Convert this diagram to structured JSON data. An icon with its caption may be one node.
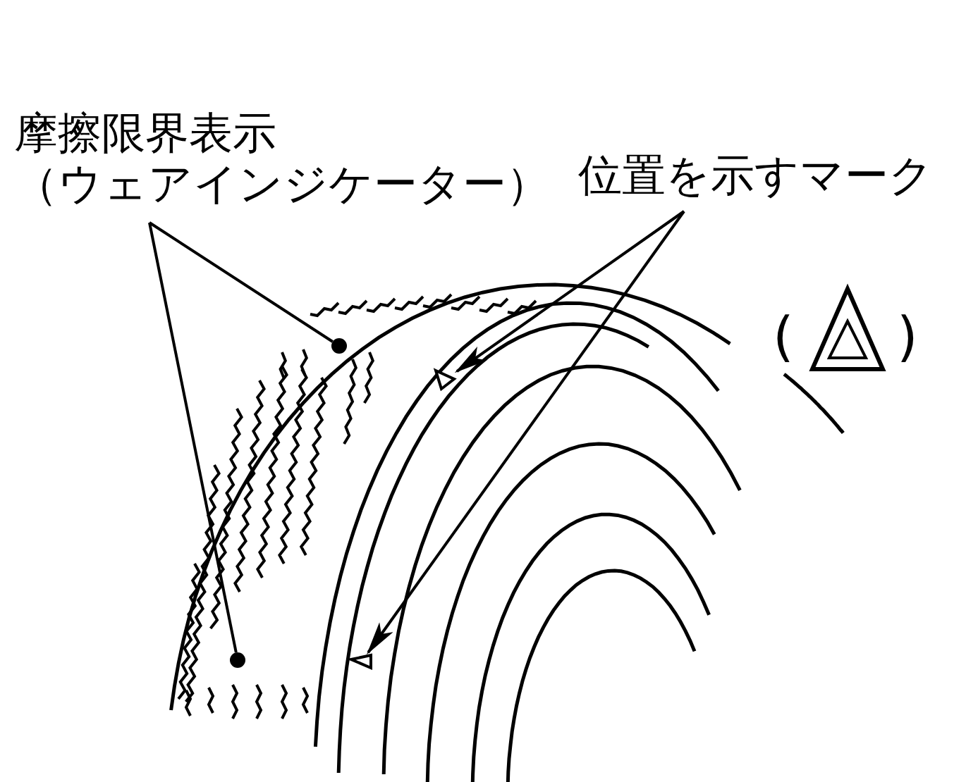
{
  "diagram": {
    "nodes": [
      {
        "text": [
          "摩擦限界表示",
          "（ウェアインジケーター）"
        ]
      },
      {
        "text": [
          "位置を示すマーク"
        ]
      },
      {
        "text": [],
        "shape": "circle"
      },
      {
        "text": [],
        "shape": "circle"
      },
      {
        "text": [],
        "shape": "triangle"
      },
      {
        "text": [],
        "shape": "triangle"
      }
    ],
    "edges": [
      {
        "from": 0,
        "to": 2,
        "arrow": "none"
      },
      {
        "from": 0,
        "to": 3,
        "arrow": "none"
      },
      {
        "from": 1,
        "to": 4,
        "arrow": "to"
      },
      {
        "from": 1,
        "to": 5,
        "arrow": "to"
      }
    ],
    "labels": [
      "(",
      ")"
    ]
  }
}
